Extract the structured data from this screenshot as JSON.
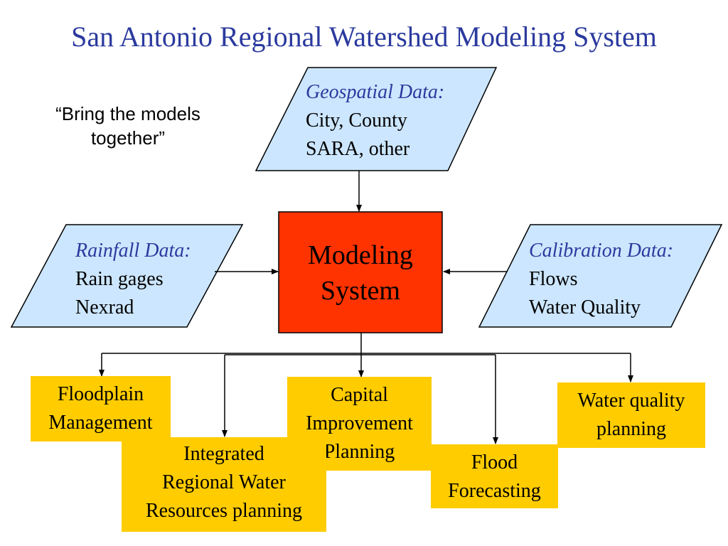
{
  "title": "San Antonio Regional Watershed Modeling System",
  "quote": [
    "“Bring the models",
    "together”"
  ],
  "inputs": {
    "geospatial": {
      "heading": "Geospatial Data:",
      "lines": [
        "City, County",
        "SARA, other"
      ]
    },
    "rainfall": {
      "heading": "Rainfall Data:",
      "lines": [
        "Rain gages",
        "Nexrad"
      ]
    },
    "calibration": {
      "heading": "Calibration Data:",
      "lines": [
        "Flows",
        "Water Quality"
      ]
    }
  },
  "modeling_system": [
    "Modeling",
    "System"
  ],
  "outputs": {
    "floodplain": [
      "Floodplain",
      "Management"
    ],
    "integrated": [
      "Integrated",
      "Regional Water",
      "Resources planning"
    ],
    "capital": [
      "Capital",
      "Improvement",
      "Planning"
    ],
    "flood": [
      "Flood",
      "Forecasting"
    ],
    "water_quality": [
      "Water quality",
      "planning"
    ]
  },
  "colors": {
    "title": "#2b3a9e",
    "input_fill": "#cce6ff",
    "model_fill": "#ff3300",
    "output_fill": "#ffcc00"
  }
}
